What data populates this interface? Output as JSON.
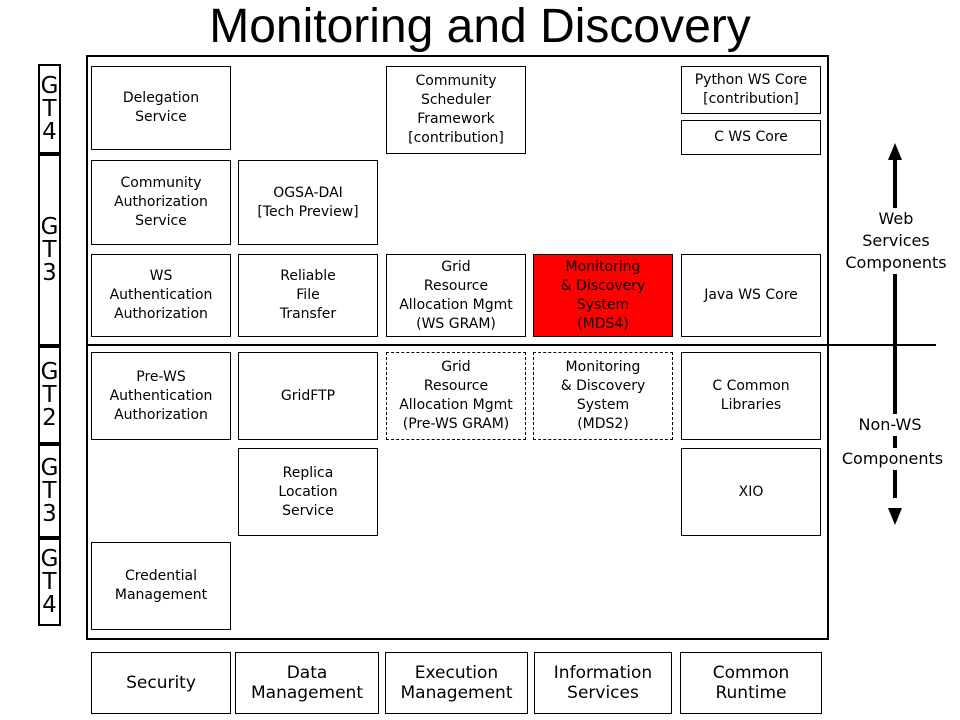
{
  "title": "Monitoring and Discovery",
  "gt_labels": [
    {
      "chars": [
        "G",
        "T",
        "4"
      ]
    },
    {
      "chars": [
        "G",
        "T",
        "3"
      ]
    },
    {
      "chars": [
        "G",
        "T",
        "2"
      ]
    },
    {
      "chars": [
        "G",
        "T",
        "3"
      ]
    },
    {
      "chars": [
        "G",
        "T",
        "4"
      ]
    }
  ],
  "components": {
    "delegation_service": "Delegation\nService",
    "community_authorization_service": "Community\nAuthorization\nService",
    "ws_authentication_authorization": "WS\nAuthentication\nAuthorization",
    "pre_ws_authentication_authorization": "Pre-WS\nAuthentication\nAuthorization",
    "credential_management": "Credential\nManagement",
    "ogsa_dai": "OGSA-DAI\n[Tech Preview]",
    "reliable_file_transfer": "Reliable\nFile\nTransfer",
    "gridftp": "GridFTP",
    "replica_location_service": "Replica\nLocation\nService",
    "community_scheduler_framework": "Community\nScheduler\nFramework\n[contribution]",
    "grid_resource_allocation_ws_gram": "Grid\nResource\nAllocation Mgmt\n(WS GRAM)",
    "grid_resource_allocation_pre_ws_gram": "Grid\nResource\nAllocation Mgmt\n(Pre-WS GRAM)",
    "monitoring_discovery_mds4": "Monitoring\n& Discovery\nSystem\n(MDS4)",
    "monitoring_discovery_mds2": "Monitoring\n& Discovery\nSystem\n(MDS2)",
    "python_ws_core": "Python WS Core\n[contribution]",
    "c_ws_core": "C WS Core",
    "java_ws_core": "Java WS Core",
    "c_common_libraries": "C Common\nLibraries",
    "xio": "XIO"
  },
  "categories": {
    "security": "Security",
    "data_management": "Data\nManagement",
    "execution_management": "Execution\nManagement",
    "information_services": "Information\nServices",
    "common_runtime": "Common\nRuntime"
  },
  "side_labels": {
    "web_services": "Web\nServices\nComponents",
    "non_ws": "Non-WS",
    "components": "Components"
  },
  "colors": {
    "highlight": "#ff0000"
  }
}
